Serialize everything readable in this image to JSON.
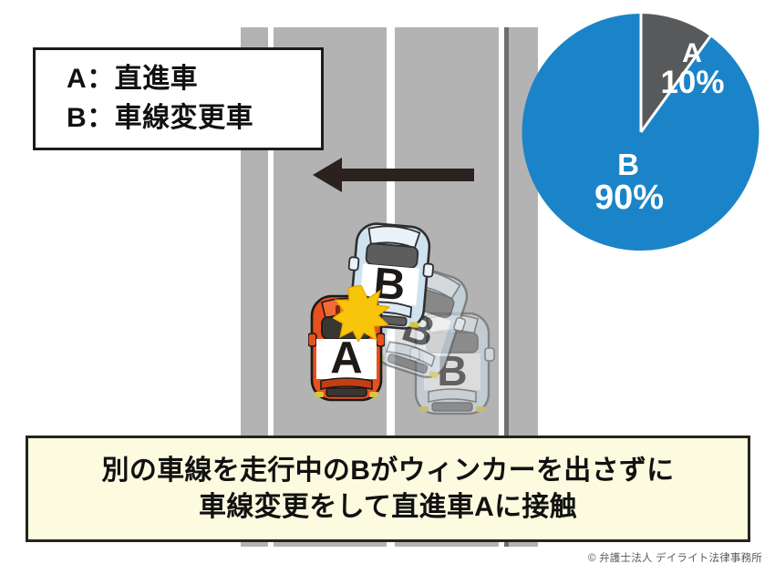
{
  "legend": {
    "lines": [
      "A：直進車",
      "B：車線変更車"
    ]
  },
  "chart_data": {
    "type": "pie",
    "title": "",
    "categories": [
      "A",
      "B"
    ],
    "values": [
      10,
      90
    ],
    "labels": [
      "A 10%",
      "B 90%"
    ],
    "colors": [
      "#58595b",
      "#1b84c8"
    ],
    "legend_position": "in-slice",
    "slices": [
      {
        "name": "A",
        "percent": 10,
        "percent_label": "10%",
        "color": "#58595b",
        "start_deg": 0,
        "end_deg": 36
      },
      {
        "name": "B",
        "percent": 90,
        "percent_label": "90%",
        "color": "#1b84c8",
        "start_deg": 36,
        "end_deg": 360
      }
    ]
  },
  "pie": {
    "a_name": "A",
    "a_percent": "10%",
    "b_name": "B",
    "b_percent": "90%"
  },
  "scene": {
    "road_direction_arrow": "left-arrow",
    "collision_marker": "impact-burst",
    "cars": [
      {
        "id": "car-a",
        "label": "A",
        "color": "#e8501e",
        "role": "straight-going-vehicle",
        "state": "solid"
      },
      {
        "id": "car-b-3",
        "label": "B",
        "color": "#cfe2ef",
        "role": "lane-changing-vehicle",
        "state": "solid"
      },
      {
        "id": "car-b-2",
        "label": "B",
        "color": "#cfe2ef",
        "role": "lane-changing-vehicle",
        "state": "ghost"
      },
      {
        "id": "car-b-1",
        "label": "B",
        "color": "#cfe2ef",
        "role": "lane-changing-vehicle",
        "state": "ghost"
      }
    ]
  },
  "caption": {
    "lines": [
      "別の車線を走行中のBがウィンカーを出さずに",
      "車線変更をして直進車Aに接触"
    ]
  },
  "footer": {
    "copyright": "© 弁護士法人 デイライト法律事務所"
  },
  "colors": {
    "road": "#b3b3b3",
    "lane_line": "#ffffff",
    "curb": "#6e6e6e",
    "pie_blue": "#1b84c8",
    "pie_gray": "#58595b",
    "caption_bg": "#fcfbdf",
    "arrow": "#2b211e"
  }
}
